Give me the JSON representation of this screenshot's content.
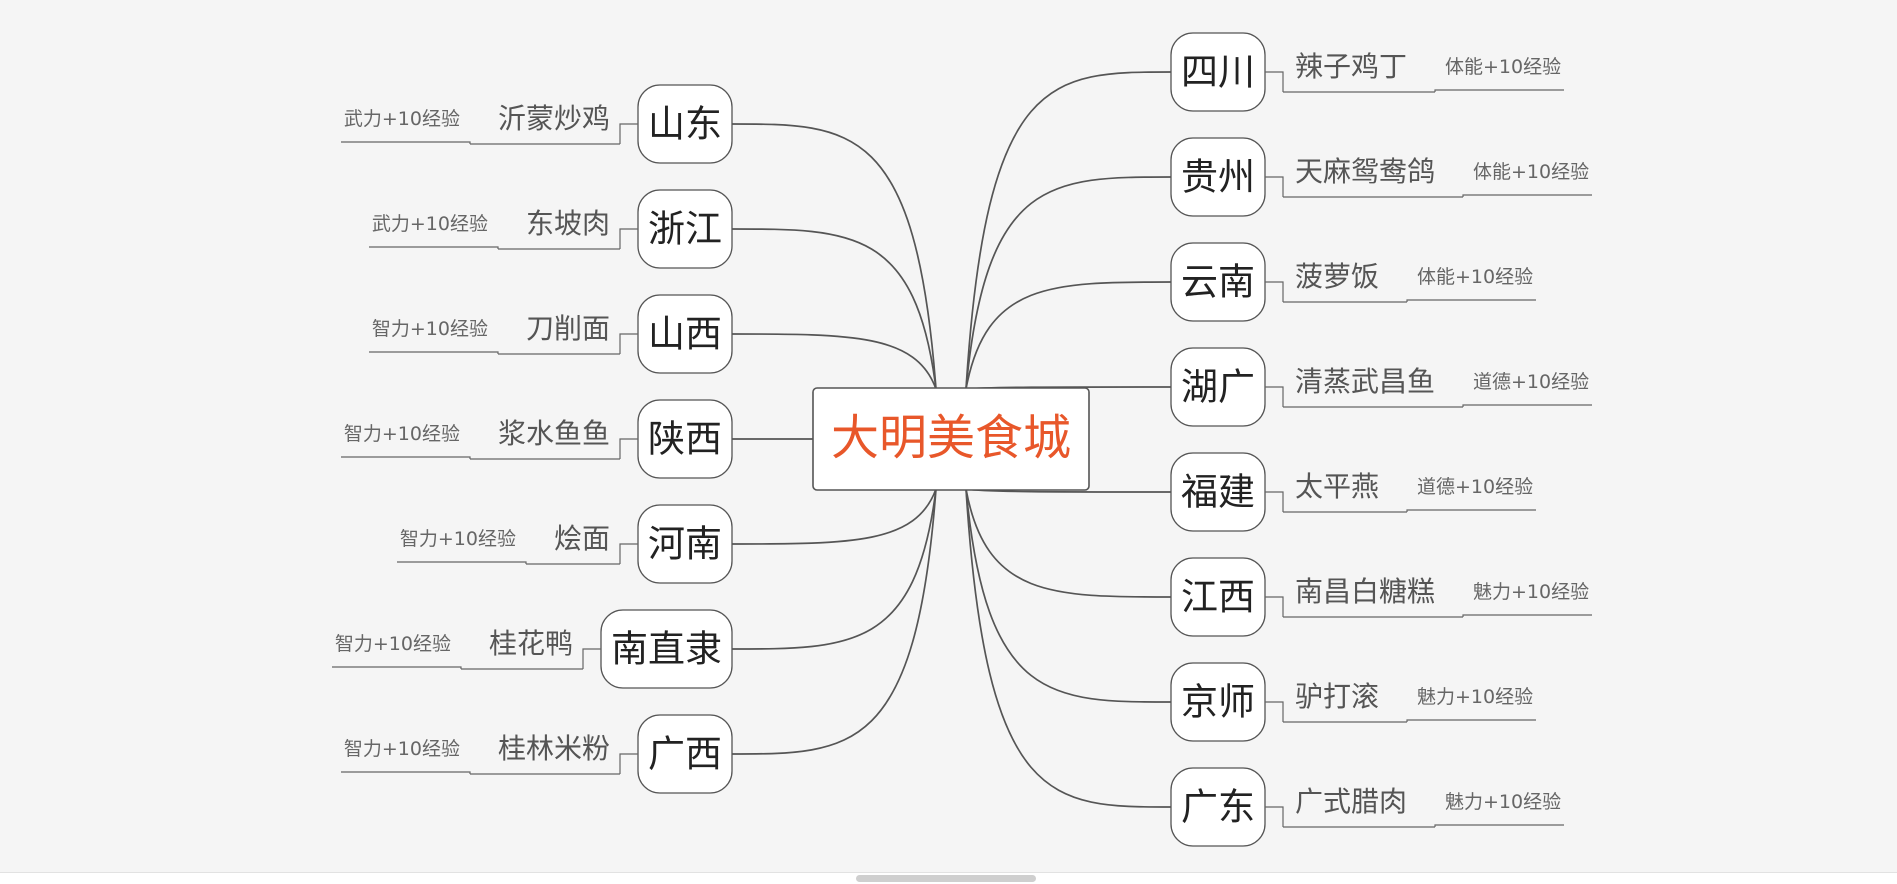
{
  "mindmap": {
    "center": {
      "label": "大明美食城",
      "color": "#e8572a"
    },
    "left": [
      {
        "province": "山东",
        "dish": "沂蒙炒鸡",
        "bonus": "武力+10经验"
      },
      {
        "province": "浙江",
        "dish": "东坡肉",
        "bonus": "武力+10经验"
      },
      {
        "province": "山西",
        "dish": "刀削面",
        "bonus": "智力+10经验"
      },
      {
        "province": "陕西",
        "dish": "浆水鱼鱼",
        "bonus": "智力+10经验"
      },
      {
        "province": "河南",
        "dish": "烩面",
        "bonus": "智力+10经验"
      },
      {
        "province": "南直隶",
        "dish": "桂花鸭",
        "bonus": "智力+10经验"
      },
      {
        "province": "广西",
        "dish": "桂林米粉",
        "bonus": "智力+10经验"
      }
    ],
    "right": [
      {
        "province": "四川",
        "dish": "辣子鸡丁",
        "bonus": "体能+10经验"
      },
      {
        "province": "贵州",
        "dish": "天麻鸳鸯鸽",
        "bonus": "体能+10经验"
      },
      {
        "province": "云南",
        "dish": "菠萝饭",
        "bonus": "体能+10经验"
      },
      {
        "province": "湖广",
        "dish": "清蒸武昌鱼",
        "bonus": "道德+10经验"
      },
      {
        "province": "福建",
        "dish": "太平燕",
        "bonus": "道德+10经验"
      },
      {
        "province": "江西",
        "dish": "南昌白糖糕",
        "bonus": "魅力+10经验"
      },
      {
        "province": "京师",
        "dish": "驴打滚",
        "bonus": "魅力+10经验"
      },
      {
        "province": "广东",
        "dish": "广式腊肉",
        "bonus": "魅力+10经验"
      }
    ]
  }
}
